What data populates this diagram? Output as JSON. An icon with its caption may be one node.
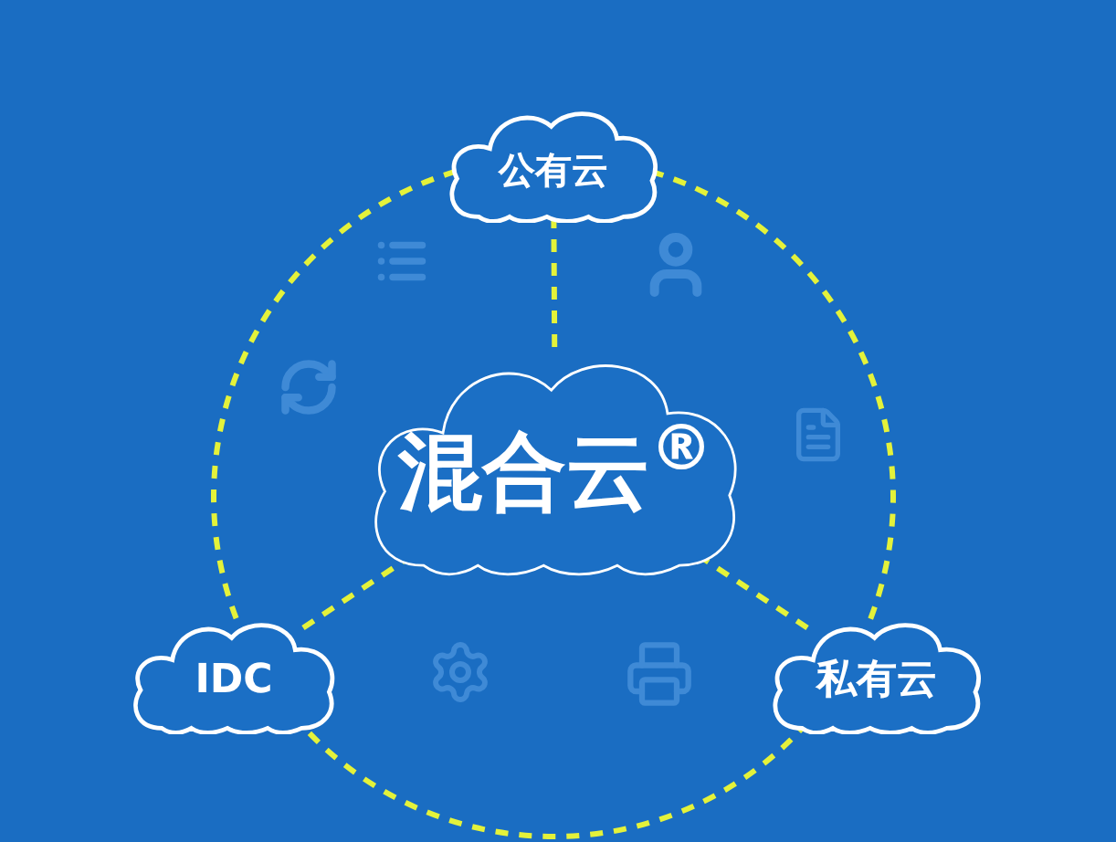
{
  "diagram": {
    "nodes": [
      {
        "text": [
          "公有云"
        ]
      },
      {
        "text": [
          "混合云$^{®}$"
        ]
      },
      {
        "text": [
          "IDC"
        ]
      },
      {
        "text": [
          "私有云"
        ]
      }
    ],
    "edges": [
      {
        "from": 0,
        "to": 1,
        "arrow": "none",
        "style": "dashed"
      },
      {
        "from": 1,
        "to": 2,
        "arrow": "none",
        "style": "dashed"
      },
      {
        "from": 1,
        "to": 3,
        "arrow": "none",
        "style": "dashed"
      },
      {
        "from": 0,
        "to": 2,
        "arrow": "none",
        "style": "dashed"
      },
      {
        "from": 0,
        "to": 3,
        "arrow": "none",
        "style": "dashed"
      },
      {
        "from": 2,
        "to": 3,
        "arrow": "none",
        "style": "dashed"
      }
    ]
  }
}
